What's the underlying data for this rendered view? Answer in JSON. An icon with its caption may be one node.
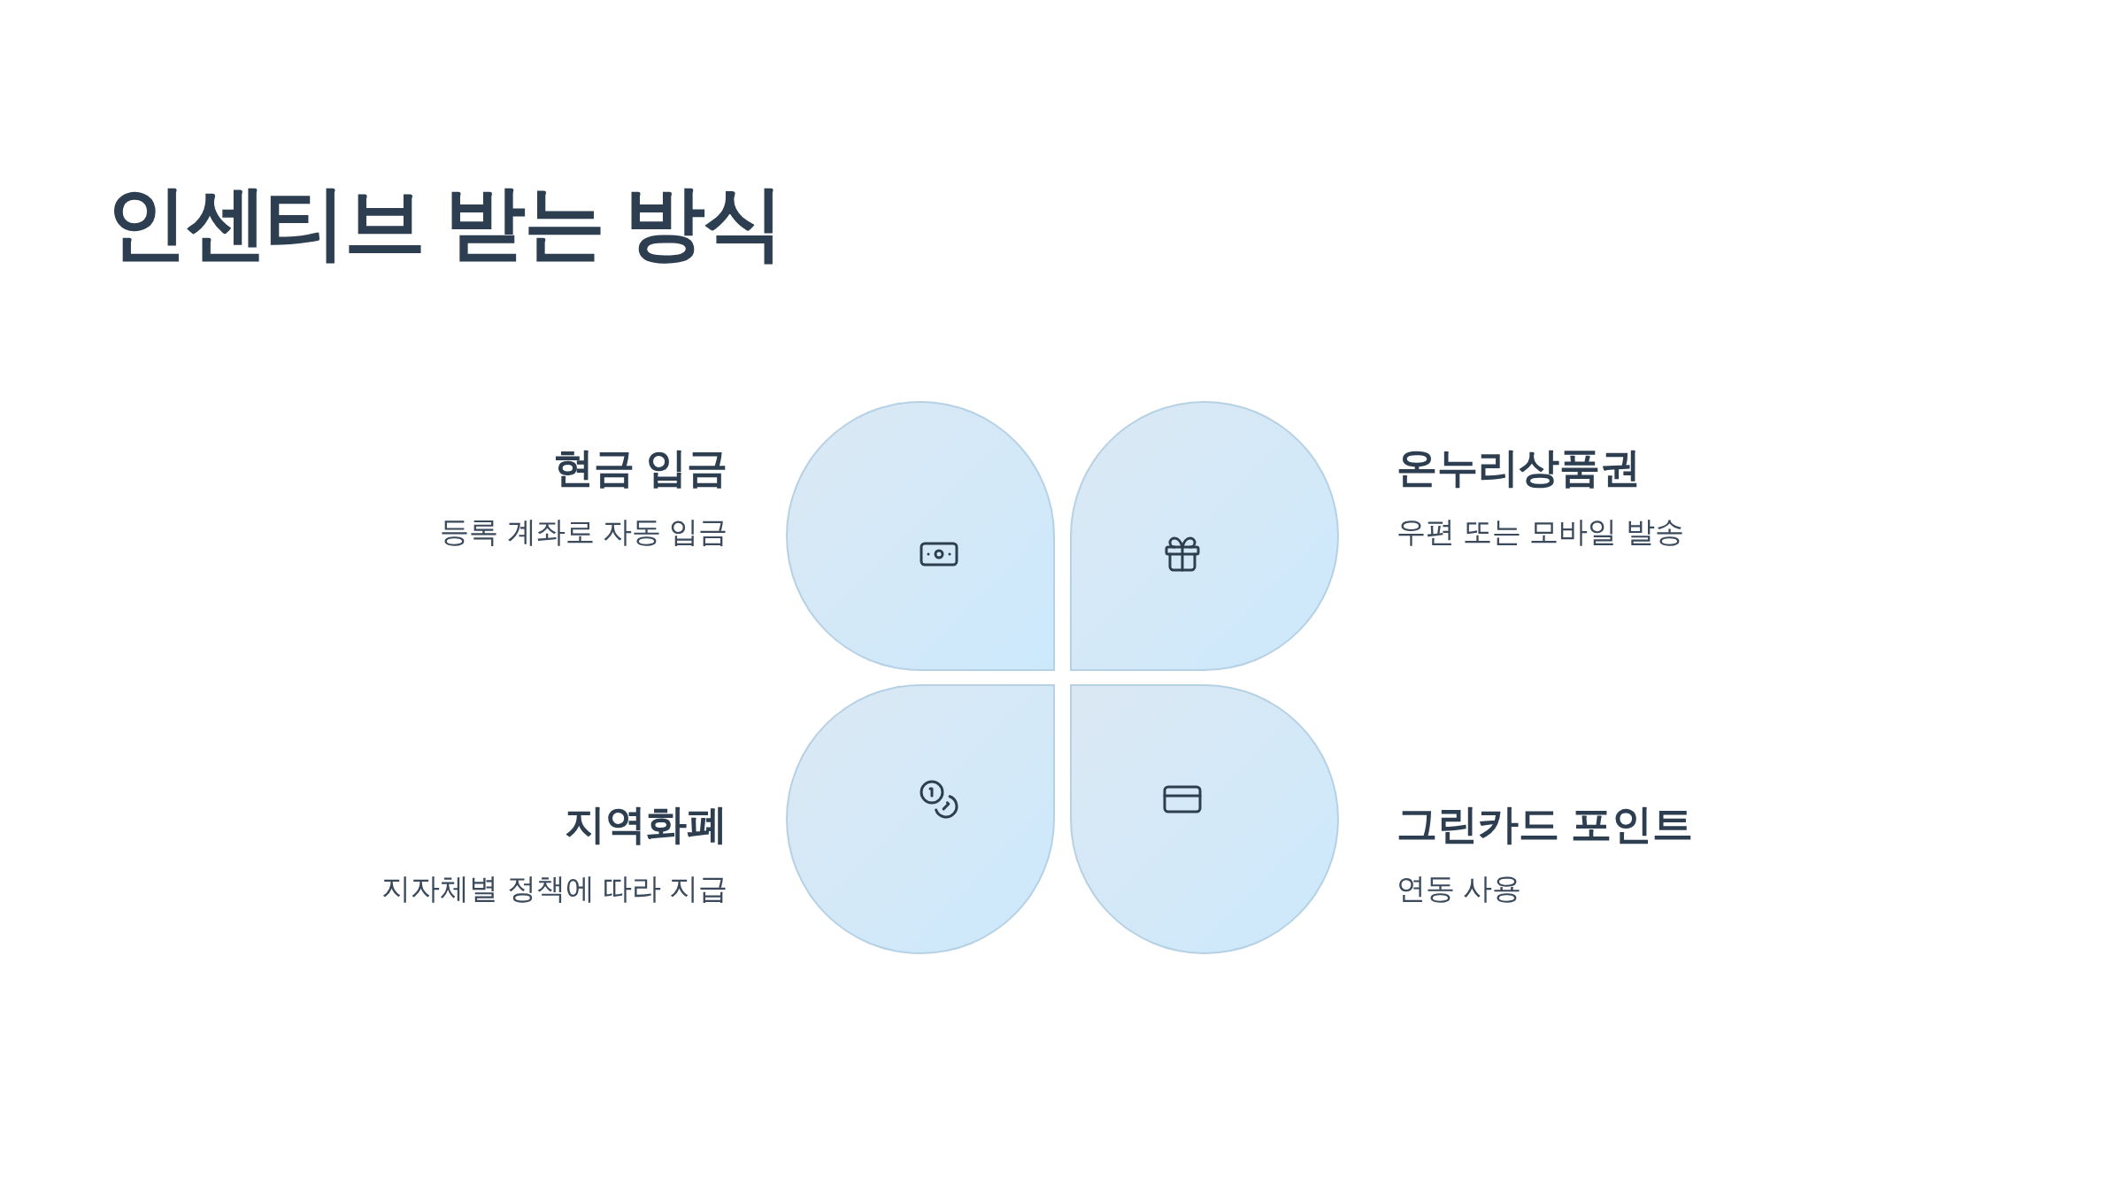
{
  "diagram": {
    "title": "인센티브 받는 방식",
    "nodes": [
      {
        "text": [
          "현금 입금",
          "등록 계좌로 자동 입금"
        ]
      },
      {
        "text": [
          "온누리상품권",
          "우편 또는 모바일 발송"
        ]
      },
      {
        "text": [
          "지역화폐",
          "지자체별 정책에 따라 지급"
        ]
      },
      {
        "text": [
          "그린카드 포인트",
          "연동 사용"
        ]
      }
    ]
  }
}
